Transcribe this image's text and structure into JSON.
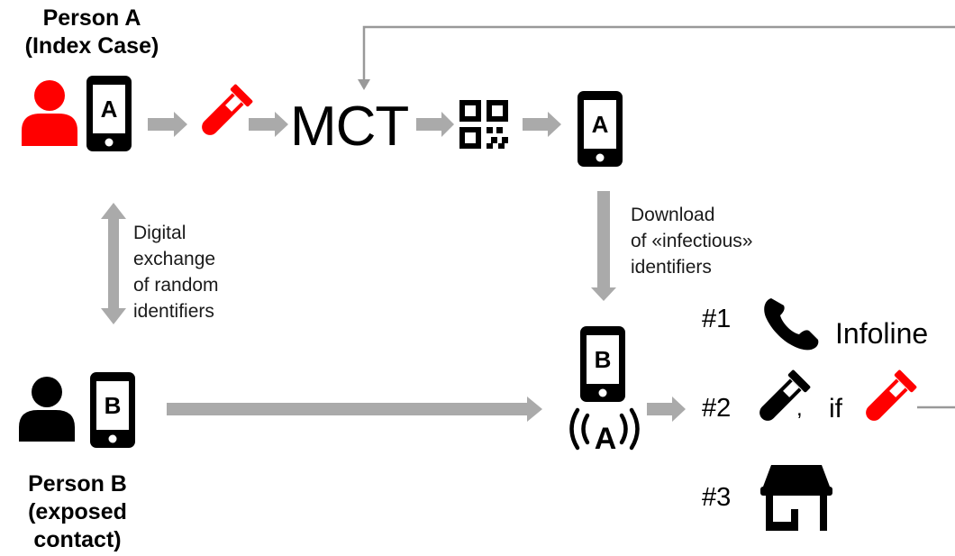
{
  "person_a": {
    "title": "Person A",
    "subtitle": "(Index Case)"
  },
  "person_b": {
    "title": "Person B",
    "line2": "(exposed",
    "line3": "contact)"
  },
  "phone_letters": {
    "a": "A",
    "b": "B"
  },
  "mct_label": "MCT",
  "exchange_note": {
    "l1": "Digital",
    "l2": "exchange",
    "l3": "of random",
    "l4": "identifiers"
  },
  "download_note": {
    "l1": "Download",
    "l2": "of «infectious»",
    "l3": "identifiers"
  },
  "options": [
    {
      "num": "#1",
      "label": "Infoline"
    },
    {
      "num": "#2",
      "comma": ",",
      "if": "if"
    },
    {
      "num": "#3"
    }
  ],
  "signal_letter": "A",
  "colors": {
    "red": "#ff0000",
    "arrow": "#aaaaaa",
    "line": "#999999",
    "black": "#000000"
  },
  "icons": [
    "person-red-icon",
    "phone-icon",
    "test-tube-icon",
    "qr-code-icon",
    "person-black-icon",
    "phone-call-icon",
    "store-icon",
    "signal-icon"
  ]
}
